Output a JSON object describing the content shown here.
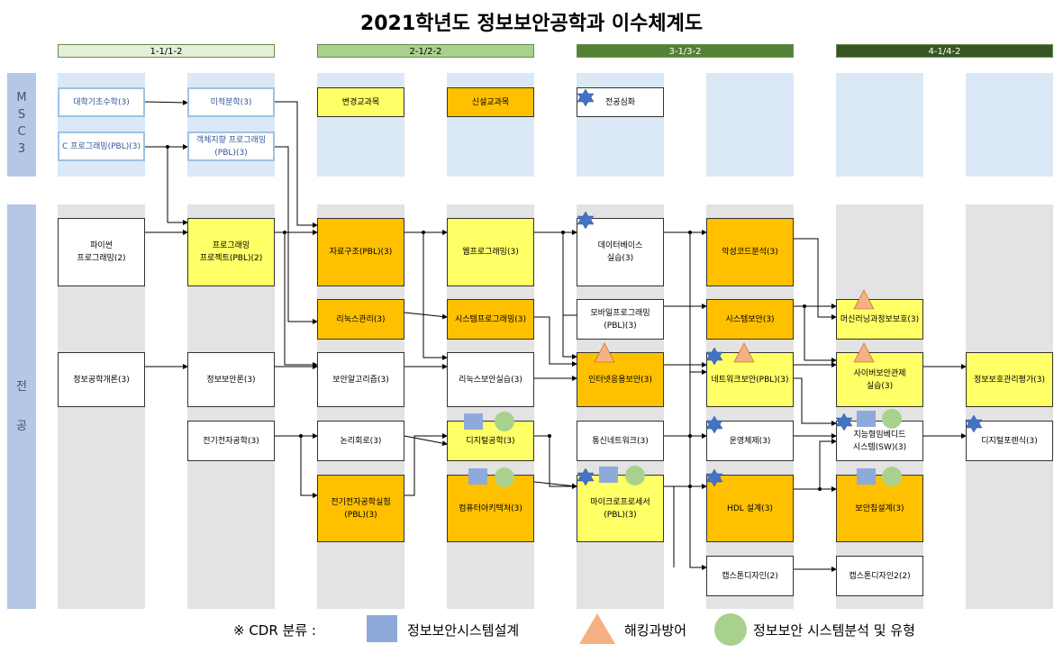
{
  "title": "2021학년도 정보보안공학과 이수체계도",
  "years": [
    "1-1/1-2",
    "2-1/2-2",
    "3-1/3-2",
    "4-1/4-2"
  ],
  "rows": {
    "msc": "M\nS\nC\n3",
    "major": "전\n\n공"
  },
  "courses": {
    "calc_basic": "대학기초수학(3)",
    "calculus": "미적분학(3)",
    "c_prog": "C 프로그래밍(PBL)(3)",
    "oop": "객체지향 프로그래밍\n(PBL)(3)",
    "changed": "변경교과목",
    "new": "신설교과목",
    "deep": "전공심화",
    "python": "파이썬\n프로그래밍(2)",
    "prog_project": "프로그래밍\n프로젝트(PBL)(2)",
    "data_struct": "자료구조(PBL)(3)",
    "web_prog": "웹프로그래밍(3)",
    "db_lab": "데이터베이스\n실습(3)",
    "malware": "악성코드분석(3)",
    "linux_admin": "리눅스관리(3)",
    "sys_prog": "시스템프로그래밍(3)",
    "mobile_prog": "모바일프로그래밍\n(PBL)(3)",
    "sys_sec": "시스템보안(3)",
    "ml_sec": "머신러닝과정보보호(3)",
    "sec_intro": "정보공학개론(3)",
    "infosec_intro": "정보보안론(3)",
    "sec_algo": "보안알고리즘(3)",
    "linux_sec": "리눅스보안실습(3)",
    "internet_app_sec": "인터넷응용보안(3)",
    "net_sec": "네트워크보안(PBL)(3)",
    "cyber_lab": "사이버보안관제\n실습(3)",
    "sec_eval": "정보보호관리평가(3)",
    "ee_eng": "전기전자공학(3)",
    "logic": "논리회로(3)",
    "digital": "디지털공학(3)",
    "comm_net": "통신네트워크(3)",
    "os": "운영체제(3)",
    "intelligent_emb": "지능형임베디드\n시스템(SW)(3)",
    "forensics": "디지털포렌식(3)",
    "ee_lab": "전기전자공학실험\n(PBL)(3)",
    "comp_arch": "컴퓨터아키텍처(3)",
    "micro": "마이크로프로세서\n(PBL)(3)",
    "hdl": "HDL 설계(3)",
    "sec_chip": "보안칩설계(3)",
    "capstone1": "캡스톤디자인(2)",
    "capstone2": "캡스톤디자인2(2)"
  },
  "legend": {
    "prefix": "※ CDR 분류 :",
    "design": "정보보안시스템설계",
    "hacking": "해킹과방어",
    "analysis": "정보보안 시스템분석 및 유형"
  },
  "colors": {
    "new_course": "#ffc000",
    "changed_course": "#ffff66",
    "design": "#8eaadb",
    "hacking": "#f4b183",
    "analysis": "#a9d18e",
    "deep": "#4472c4"
  }
}
